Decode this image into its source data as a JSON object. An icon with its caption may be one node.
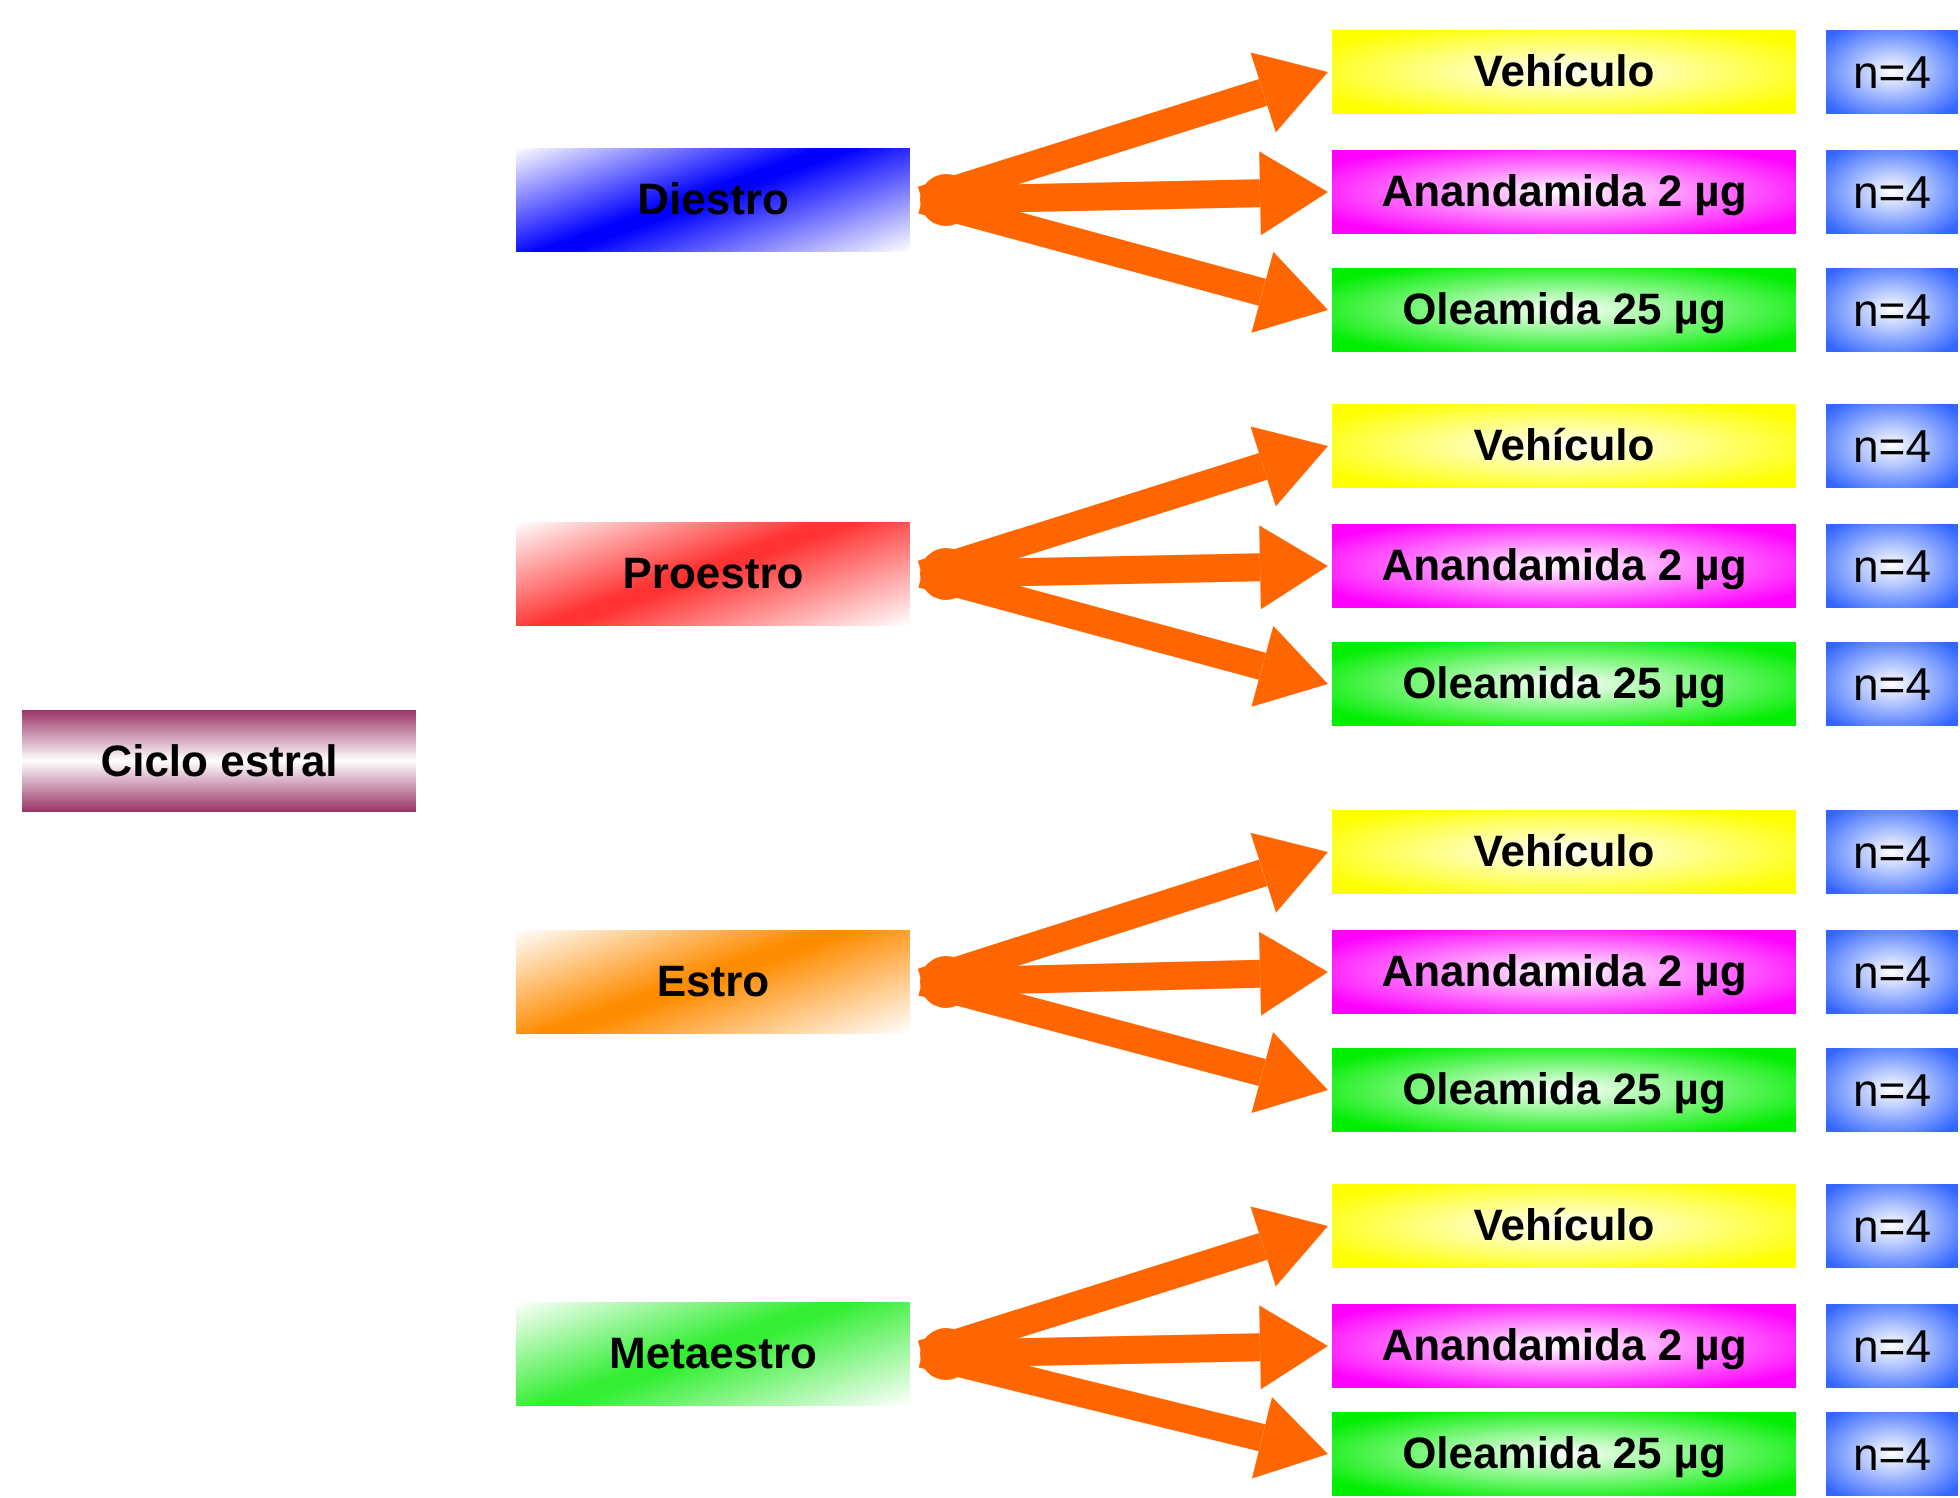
{
  "diagram": {
    "nodes": [
      {
        "text": [
          "Ciclo estral"
        ]
      },
      {
        "text": [
          "Diestro"
        ]
      },
      {
        "text": [
          "Vehículo"
        ]
      },
      {
        "text": [
          "n=4"
        ]
      },
      {
        "text": [
          "Anandamida 2 µg"
        ]
      },
      {
        "text": [
          "n=4"
        ]
      },
      {
        "text": [
          "Oleamida 25 µg"
        ]
      },
      {
        "text": [
          "n=4"
        ]
      },
      {
        "text": [
          "Proestro"
        ]
      },
      {
        "text": [
          "Vehículo"
        ]
      },
      {
        "text": [
          "n=4"
        ]
      },
      {
        "text": [
          "Anandamida 2 µg"
        ]
      },
      {
        "text": [
          "n=4"
        ]
      },
      {
        "text": [
          "Oleamida 25 µg"
        ]
      },
      {
        "text": [
          "n=4"
        ]
      },
      {
        "text": [
          "Estro"
        ]
      },
      {
        "text": [
          "Vehículo"
        ]
      },
      {
        "text": [
          "n=4"
        ]
      },
      {
        "text": [
          "Anandamida 2 µg"
        ]
      },
      {
        "text": [
          "n=4"
        ]
      },
      {
        "text": [
          "Oleamida 25 µg"
        ]
      },
      {
        "text": [
          "n=4"
        ]
      },
      {
        "text": [
          "Metaestro"
        ]
      },
      {
        "text": [
          "Vehículo"
        ]
      },
      {
        "text": [
          "n=4"
        ]
      },
      {
        "text": [
          "Anandamida 2 µg"
        ]
      },
      {
        "text": [
          "n=4"
        ]
      },
      {
        "text": [
          "Oleamida 25 µg"
        ]
      },
      {
        "text": [
          "n=4"
        ]
      }
    ],
    "edges": [
      {
        "from": 1,
        "to": 2,
        "arrow": "to"
      },
      {
        "from": 1,
        "to": 4,
        "arrow": "to"
      },
      {
        "from": 1,
        "to": 6,
        "arrow": "to"
      },
      {
        "from": 8,
        "to": 9,
        "arrow": "to"
      },
      {
        "from": 8,
        "to": 11,
        "arrow": "to"
      },
      {
        "from": 8,
        "to": 13,
        "arrow": "to"
      },
      {
        "from": 15,
        "to": 16,
        "arrow": "to"
      },
      {
        "from": 15,
        "to": 18,
        "arrow": "to"
      },
      {
        "from": 15,
        "to": 20,
        "arrow": "to"
      },
      {
        "from": 22,
        "to": 23,
        "arrow": "to"
      },
      {
        "from": 22,
        "to": 25,
        "arrow": "to"
      },
      {
        "from": 22,
        "to": 27,
        "arrow": "to"
      }
    ]
  }
}
